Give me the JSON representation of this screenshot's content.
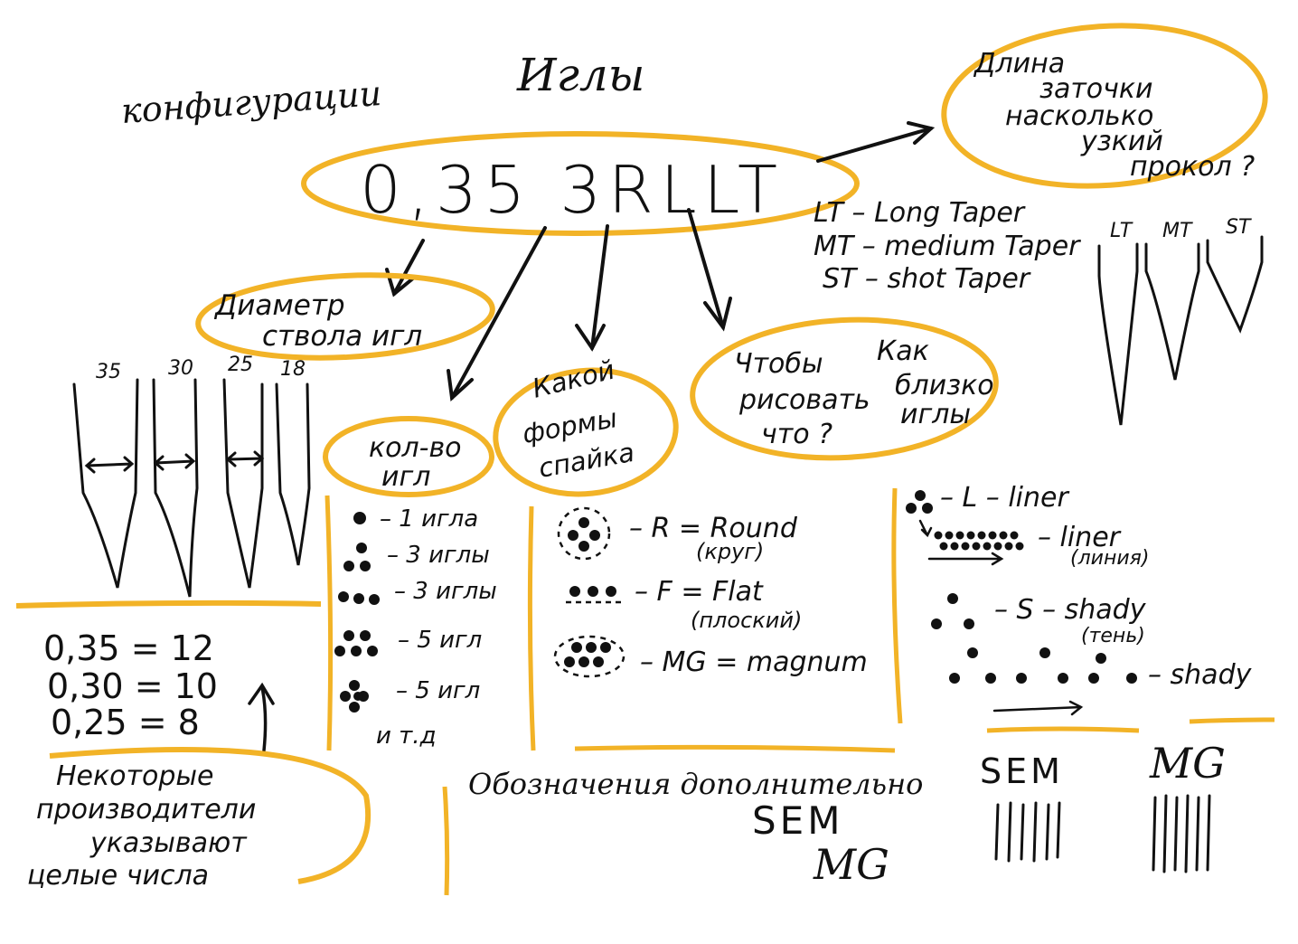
{
  "colors": {
    "ink": "#111111",
    "accent": "#f2b327",
    "paper": "#ffffff"
  },
  "header": {
    "title": "Иглы",
    "subtitle": "конфигурации"
  },
  "code": {
    "text": "0,35  3RLLT"
  },
  "taper": {
    "bubble": [
      "Длина",
      "заточки",
      "насколько",
      "узкий",
      "прокол ?"
    ],
    "legend": [
      "LT – Long Taper",
      "MT – medium Taper",
      "ST – shot Taper"
    ],
    "labels": [
      "LT",
      "MT",
      "ST"
    ]
  },
  "diameter": {
    "bubble": [
      "Диаметр",
      "ствола игл"
    ],
    "needles": [
      "35",
      "30",
      "25",
      "18"
    ],
    "conversions": [
      "0,35 = 12",
      "0,30 = 10",
      "0,25 = 8"
    ],
    "note": [
      "Некоторые",
      "производители",
      "указывают",
      "целые числа"
    ]
  },
  "count": {
    "bubble": [
      "кол-во",
      "игл"
    ],
    "items": [
      "– 1 игла",
      "– 3 иглы",
      "– 3 иглы",
      "– 5 игл",
      "– 5 игл"
    ],
    "etc": "и т.д"
  },
  "shape": {
    "bubble": [
      "Какой",
      "формы",
      "спайка"
    ],
    "items": [
      {
        "main": "– R = Round",
        "sub": "(круг)"
      },
      {
        "main": "– F = Flat",
        "sub": "(плоский)"
      },
      {
        "main": "– MG = magnum",
        "sub": ""
      }
    ]
  },
  "purpose": {
    "bubble": [
      "Чтобы",
      "рисовать",
      "что ?",
      "Как",
      "близко",
      "иглы"
    ],
    "items": [
      {
        "main": "– L – liner",
        "sub": ""
      },
      {
        "main": "– liner",
        "sub": "(линия)"
      },
      {
        "main": "– S – shady",
        "sub": "(тень)"
      },
      {
        "main": "– shady",
        "sub": ""
      }
    ]
  },
  "extra": {
    "title": "Обозначения дополнительно",
    "codes": [
      "SEM",
      "MG"
    ],
    "labels": [
      "SEM",
      "MG"
    ]
  }
}
